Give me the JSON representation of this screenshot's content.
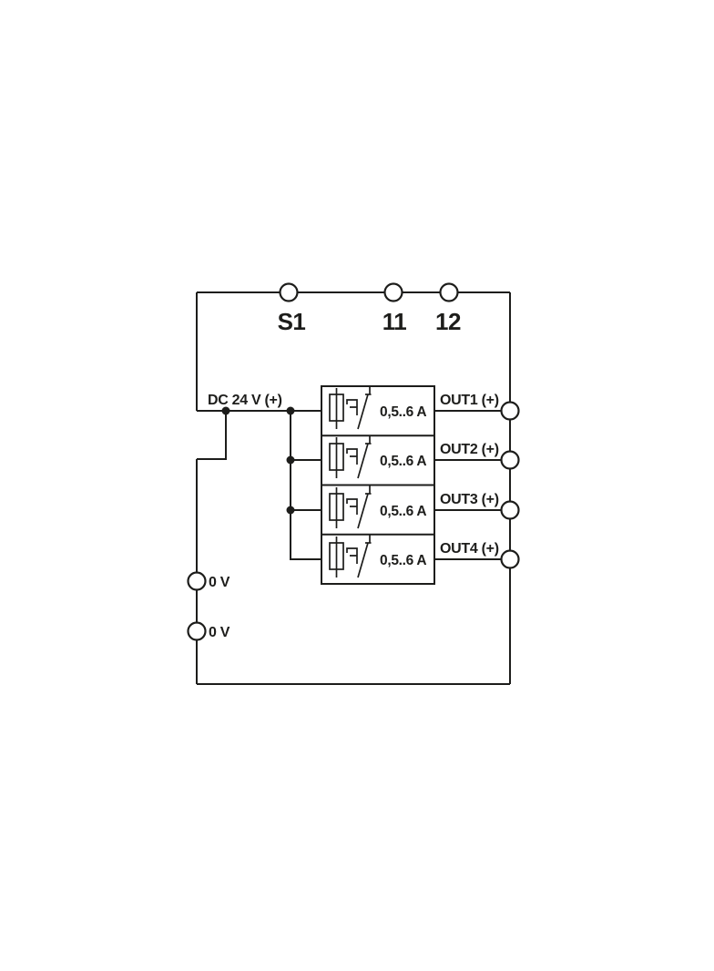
{
  "page": {
    "background": "#ffffff",
    "line_color": "#1d1d1b"
  },
  "diagram": {
    "kind": "power-distribution-wiring-schematic",
    "top_terminals": [
      {
        "label": "S1"
      },
      {
        "label": "11"
      },
      {
        "label": "12"
      }
    ],
    "supply": {
      "label": "DC 24 V (+)"
    },
    "channels": [
      {
        "rating": "0,5..6 A",
        "output": "OUT1 (+)"
      },
      {
        "rating": "0,5..6 A",
        "output": "OUT2 (+)"
      },
      {
        "rating": "0,5..6 A",
        "output": "OUT3 (+)"
      },
      {
        "rating": "0,5..6 A",
        "output": "OUT4 (+)"
      }
    ],
    "ground_terminals": [
      {
        "label": "0 V"
      },
      {
        "label": "0 V"
      }
    ]
  }
}
